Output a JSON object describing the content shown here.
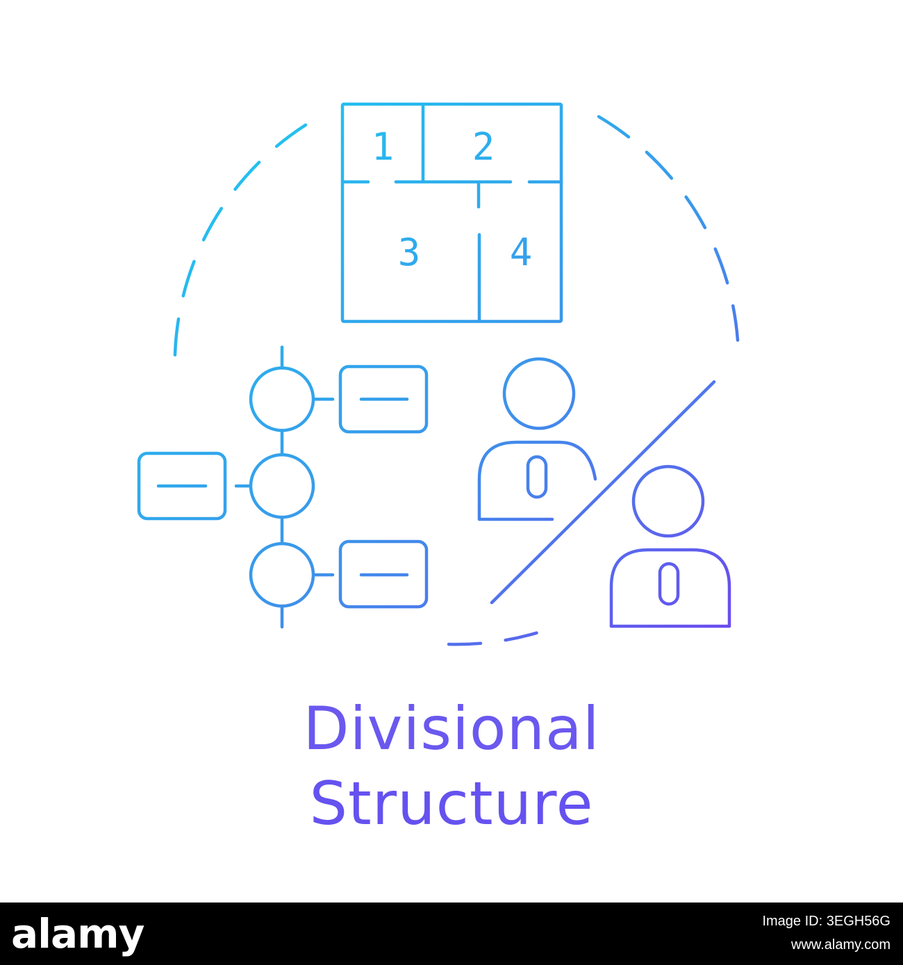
{
  "title": {
    "line1": "Divisional",
    "line2": "Structure"
  },
  "grid_numbers": [
    "1",
    "2",
    "3",
    "4"
  ],
  "person_badges": [
    "0",
    "0"
  ],
  "watermark": {
    "logo": "alamy",
    "image_id": "Image ID: 3EGH56G",
    "site": "www.alamy.com"
  },
  "colors": {
    "gradient_start": "#1ec9f0",
    "gradient_end": "#6a4cef",
    "watermark_bg": "#000000"
  }
}
